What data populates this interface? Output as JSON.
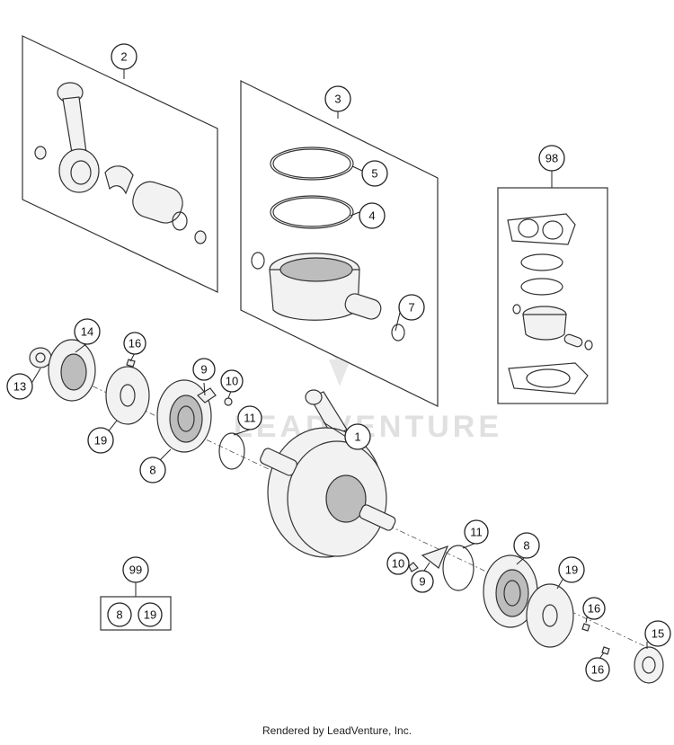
{
  "callouts": {
    "c1": "1",
    "c2": "2",
    "c3": "3",
    "c4": "4",
    "c5": "5",
    "c7": "7",
    "c8a": "8",
    "c8b": "8",
    "c8kit": "8",
    "c9a": "9",
    "c9b": "9",
    "c10a": "10",
    "c10b": "10",
    "c11a": "11",
    "c11b": "11",
    "c13": "13",
    "c14": "14",
    "c15": "15",
    "c16a": "16",
    "c16b": "16",
    "c16c": "16",
    "c19a": "19",
    "c19b": "19",
    "c19kit": "19",
    "c98": "98",
    "c99": "99"
  },
  "watermark": {
    "text": "LEADVENTURE"
  },
  "footer": {
    "text": "Rendered by LeadVenture, Inc."
  },
  "colors": {
    "line": "#333333",
    "part_fill": "#f2f2f2",
    "shadow": "#bdbdbd",
    "watermark": "#d9d9d9"
  }
}
